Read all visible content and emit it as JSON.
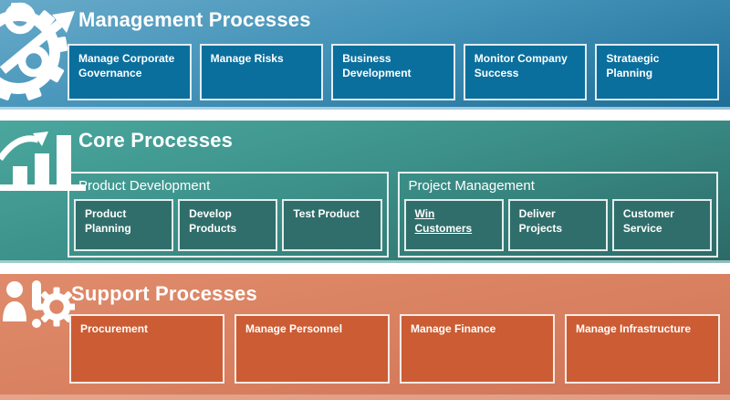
{
  "bands": [
    {
      "name": "Management Processes",
      "icon": "gear-percent-arrow-icon",
      "bg_top": "#68aac9",
      "bg_bottom": "#1d6e98",
      "box_fill": "#0a6f9d",
      "boxes": [
        "Manage Corporate Governance",
        "Manage Risks",
        "Business Development",
        "Monitor Company Success",
        "Strataegic Planning"
      ]
    },
    {
      "name": "Core Processes",
      "icon": "growth-bar-chart-icon",
      "bg_top": "#4aa79e",
      "bg_bottom": "#2c6a67",
      "box_fill": "#2f6e6b",
      "groups": [
        {
          "title": "Product Development",
          "boxes": [
            "Product Planning",
            "Develop Products",
            "Test Product"
          ]
        },
        {
          "title": "Project Management",
          "boxes": [
            "Win Customers",
            "Deliver Projects",
            "Customer Service"
          ]
        }
      ],
      "hyperlink_box": "Win Customers"
    },
    {
      "name": "Support Processes",
      "icon": "person-exclamation-gear-icon",
      "bg_top": "#df8b6b",
      "bg_bottom": "#d17458",
      "box_fill": "#cc5c33",
      "boxes": [
        "Procurement",
        "Manage Personnel",
        "Manage Finance",
        "Manage Infrastructure"
      ]
    }
  ]
}
